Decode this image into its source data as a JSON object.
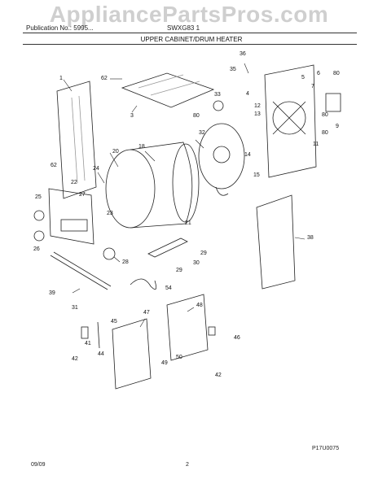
{
  "watermark": "AppliancePartsPros.com",
  "header": {
    "left_text": "Publication No.: 5995...",
    "model_text": "SWXG83 1",
    "section_title": "UPPER CABINET/DRUM HEATER"
  },
  "callouts": [
    "1",
    "62",
    "3",
    "36",
    "35",
    "6",
    "80",
    "5",
    "7",
    "4",
    "33",
    "12",
    "80",
    "13",
    "9",
    "32",
    "80",
    "11",
    "80",
    "14",
    "18",
    "20",
    "24",
    "62",
    "22",
    "27",
    "25",
    "23",
    "26",
    "21",
    "15",
    "38",
    "28",
    "29",
    "30",
    "29",
    "39",
    "54",
    "31",
    "47",
    "48",
    "45",
    "46",
    "41",
    "44",
    "42",
    "49",
    "50",
    "42"
  ],
  "footer": {
    "figure_code": "P17U0075",
    "date": "09/09",
    "page": "2"
  }
}
